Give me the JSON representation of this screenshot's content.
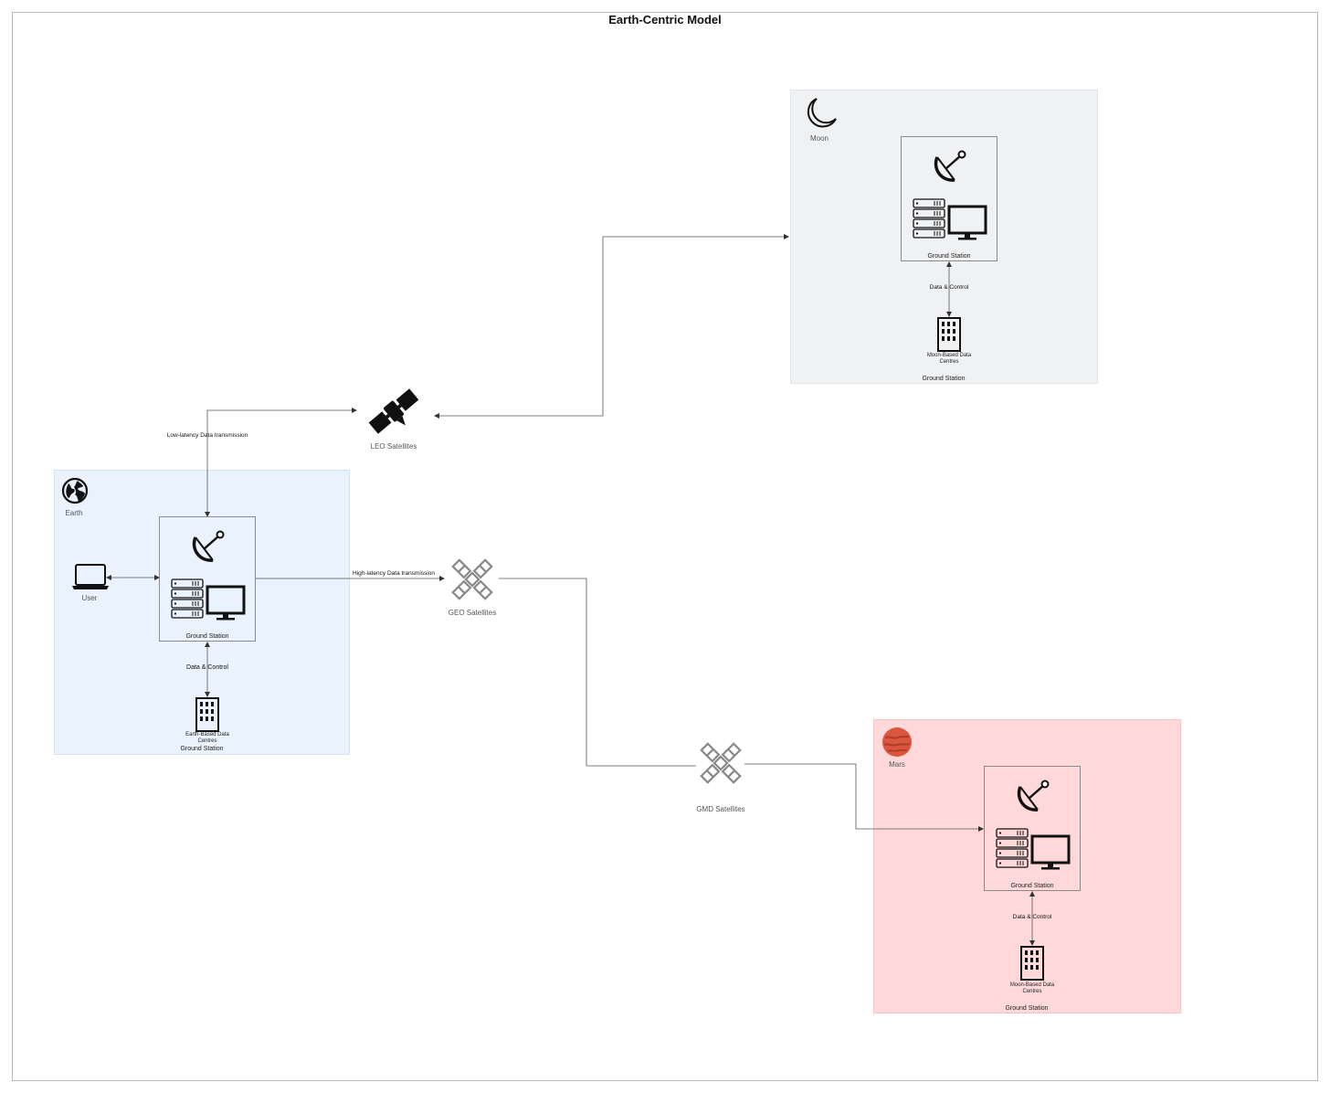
{
  "title": "Earth-Centric Model",
  "regions": {
    "earth": {
      "label": "Earth",
      "ground_station_label": "Ground Station",
      "user_label": "User",
      "data_control_label": "Data & Control",
      "data_centre_label_1": "Earth-Based Data",
      "data_centre_label_2": "Centres",
      "region_footer": "Ground Station",
      "background": "#e9f2fd"
    },
    "moon": {
      "label": "Moon",
      "ground_station_label": "Ground Station",
      "data_control_label": "Data & Control",
      "data_centre_label_1": "Moon-Based Data",
      "data_centre_label_2": "Centres",
      "region_footer": "Ground Station",
      "background": "#f0f1f3"
    },
    "mars": {
      "label": "Mars",
      "ground_station_label": "Ground Station",
      "data_control_label": "Data & Control",
      "data_centre_label_1": "Moon-Based Data",
      "data_centre_label_2": "Centres",
      "region_footer": "Ground Station",
      "background": "#ffd9d9"
    }
  },
  "satellites": {
    "leo": "LEO Satellites",
    "geo": "GEO Satellites",
    "gmd": "GMD Satellites"
  },
  "links": {
    "low_latency": "Low-latency Data transmission",
    "high_latency": "High-latency Data transmission"
  },
  "icons": {
    "earth": "globe-icon",
    "moon": "moon-icon",
    "mars": "mars-planet-icon",
    "dish": "satellite-dish-icon",
    "servers": "server-rack-icon",
    "monitor": "monitor-icon",
    "laptop": "laptop-icon",
    "building": "data-centre-building-icon",
    "leo": "leo-satellite-icon",
    "geo": "geo-satellite-icon",
    "gmd": "gmd-satellite-icon"
  },
  "colors": {
    "mars": "#d9573f",
    "line": "#555555"
  }
}
